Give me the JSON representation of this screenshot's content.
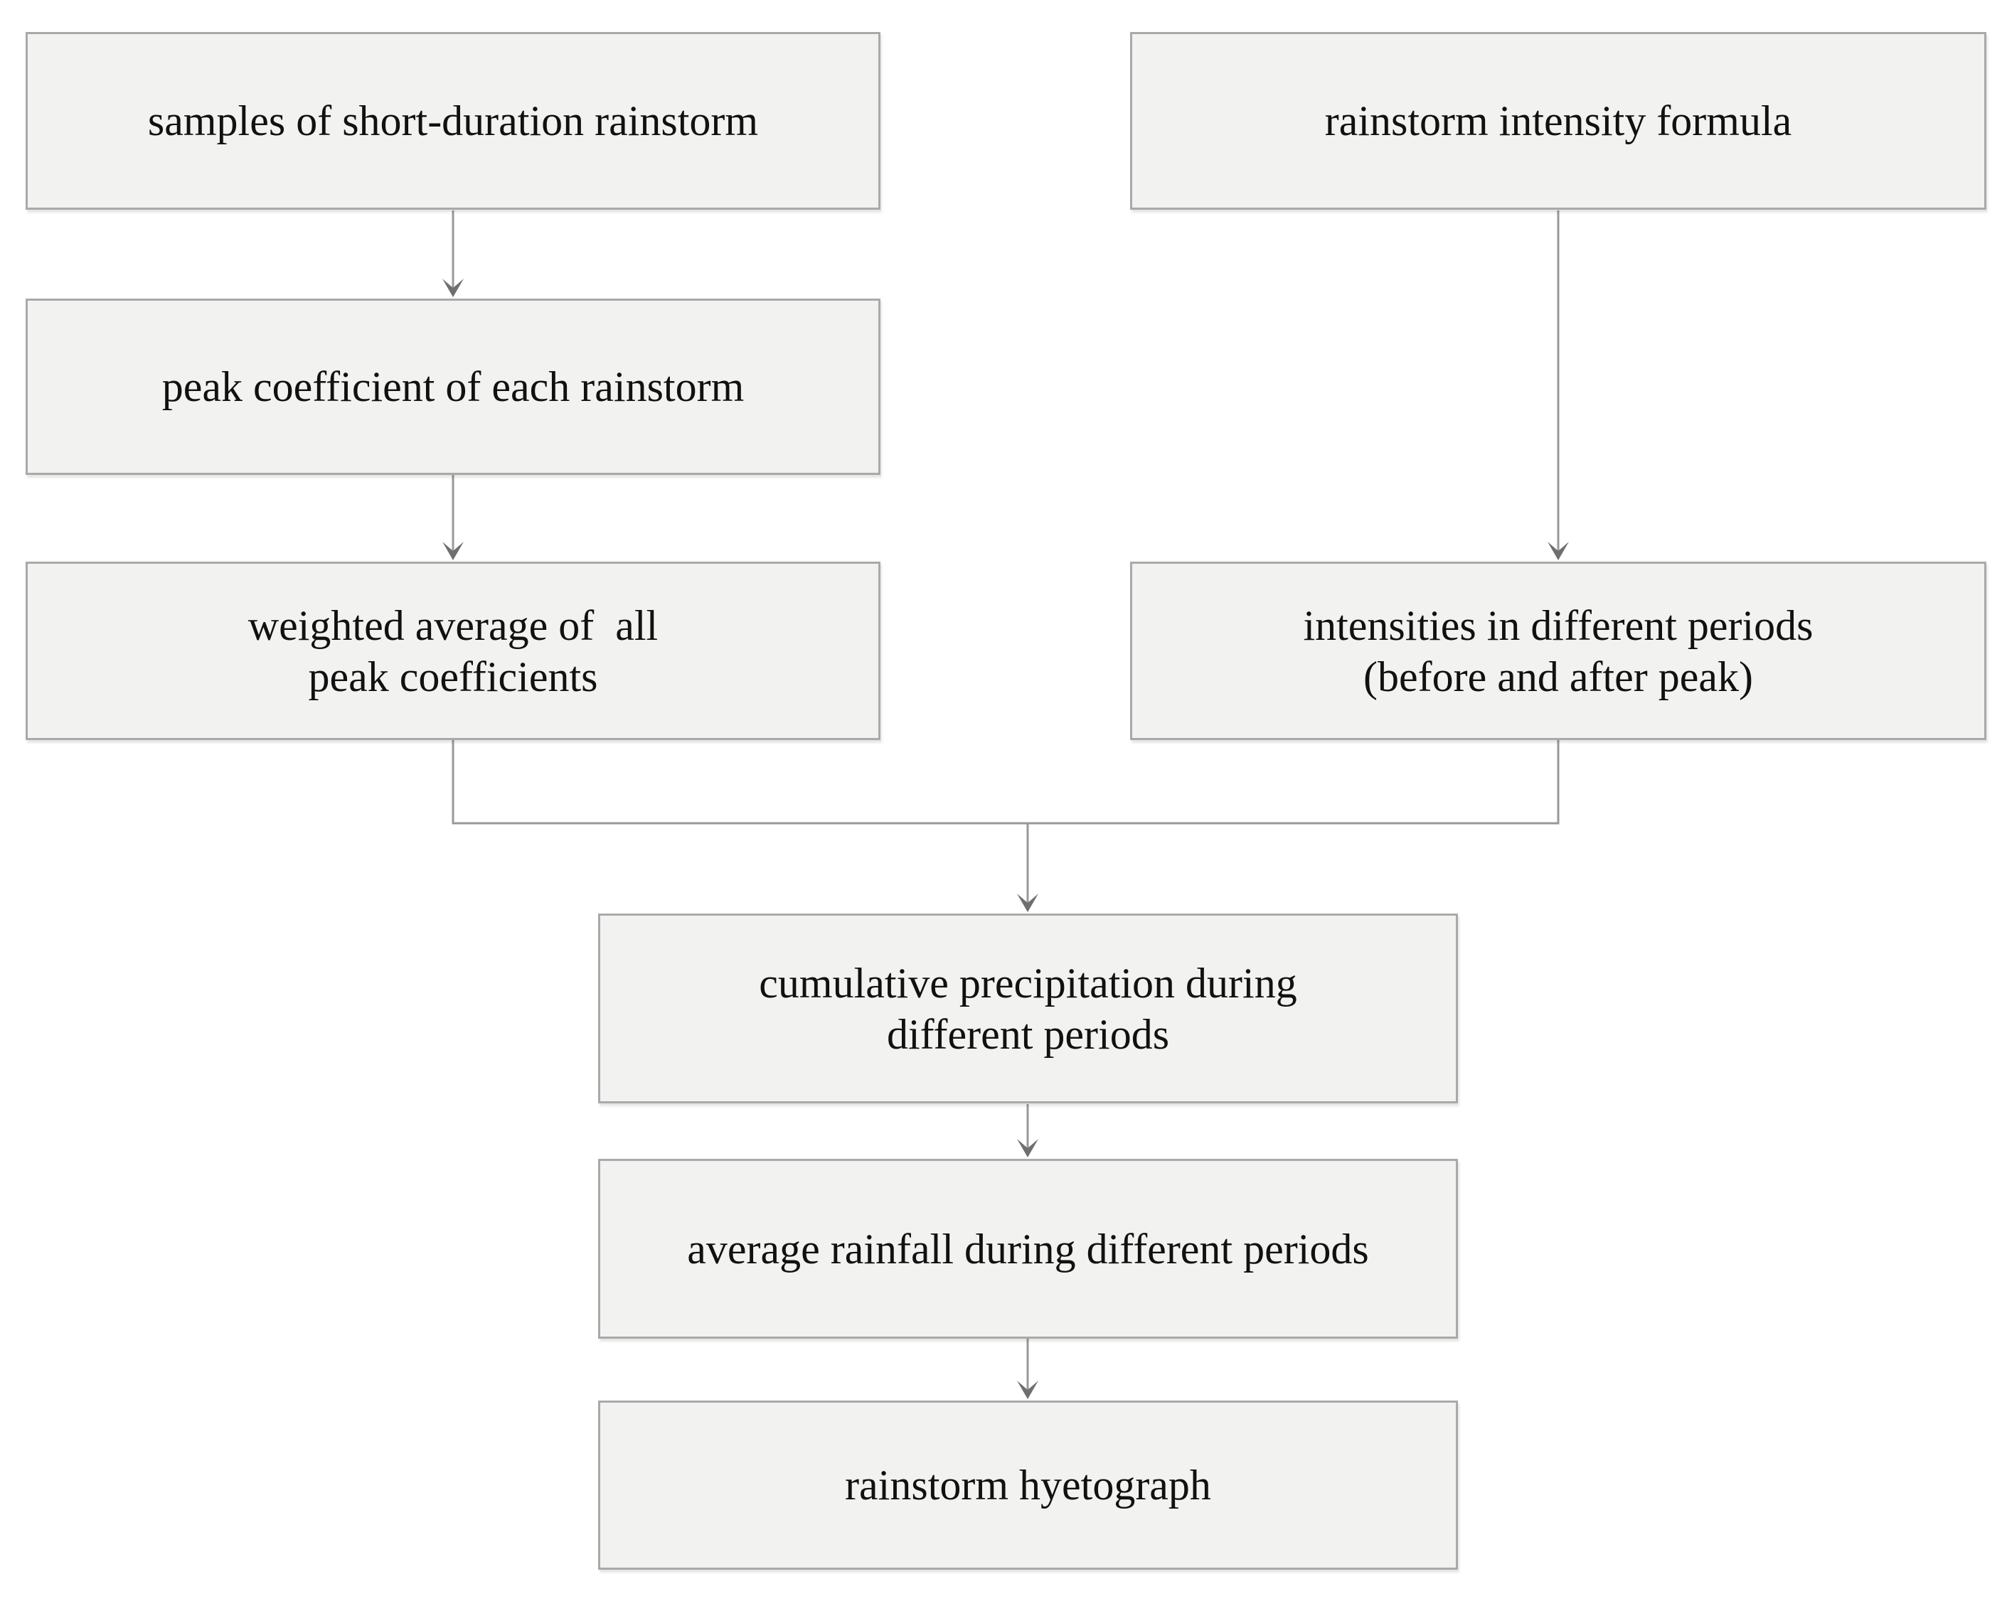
{
  "colors": {
    "background": "#ffffff",
    "node_fill": "#f2f2f1",
    "node_border": "#a9a9a9",
    "connector": "#999999",
    "arrowhead": "#6f6f6f",
    "text": "#111111"
  },
  "nodes": {
    "samples": {
      "lines": [
        "samples of short-duration rainstorm"
      ]
    },
    "formula": {
      "lines": [
        "rainstorm intensity formula"
      ]
    },
    "peak_coefficient": {
      "lines": [
        "peak coefficient of each rainstorm"
      ]
    },
    "weighted_average": {
      "lines": [
        "weighted average of  all",
        "peak coefficients"
      ]
    },
    "intensities": {
      "lines": [
        "intensities in different periods",
        "(before and after peak)"
      ]
    },
    "cumulative_precipitation": {
      "lines": [
        "cumulative precipitation during",
        "different periods"
      ]
    },
    "average_rainfall": {
      "lines": [
        "average rainfall during different periods"
      ]
    },
    "hyetograph": {
      "lines": [
        "rainstorm hyetograph"
      ]
    }
  }
}
